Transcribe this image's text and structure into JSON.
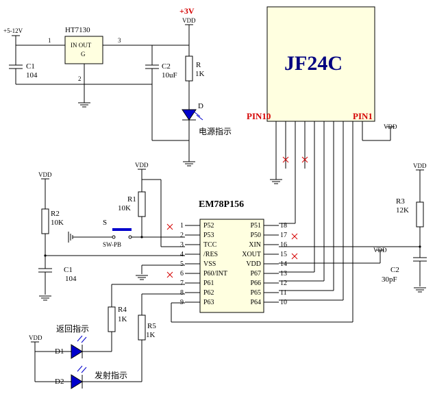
{
  "supplies": {
    "in_label": "+5-12V",
    "out_label": "+3V",
    "vdd": "VDD"
  },
  "regulator": {
    "name": "HT7130",
    "body": "IN OUT",
    "gnd_mark": "G",
    "pin_in": "1",
    "pin_out": "3",
    "pin_gnd": "2"
  },
  "c1_top": {
    "name": "C1",
    "value": "104"
  },
  "c2_top": {
    "name": "C2",
    "value": "10uF"
  },
  "r_led": {
    "name": "R",
    "value": "1K"
  },
  "power_led": {
    "name": "D",
    "label": "电源指示"
  },
  "module": {
    "name": "JF24C",
    "pin10": "PIN10",
    "pin1": "PIN1"
  },
  "mcu": {
    "name": "EM78P156",
    "left_pins": [
      {
        "num": "1",
        "name": "P52"
      },
      {
        "num": "2",
        "name": "P53"
      },
      {
        "num": "3",
        "name": "TCC"
      },
      {
        "num": "4",
        "name": "/RES"
      },
      {
        "num": "5",
        "name": "VSS"
      },
      {
        "num": "6",
        "name": "P60/INT"
      },
      {
        "num": "7",
        "name": "P61"
      },
      {
        "num": "8",
        "name": "P62"
      },
      {
        "num": "9",
        "name": "P63"
      }
    ],
    "right_pins": [
      {
        "num": "18",
        "name": "P51"
      },
      {
        "num": "17",
        "name": "P50"
      },
      {
        "num": "16",
        "name": "XIN"
      },
      {
        "num": "15",
        "name": "XOUT"
      },
      {
        "num": "14",
        "name": "VDD"
      },
      {
        "num": "13",
        "name": "P67"
      },
      {
        "num": "12",
        "name": "P66"
      },
      {
        "num": "11",
        "name": "P65"
      },
      {
        "num": "10",
        "name": "P64"
      }
    ]
  },
  "r1": {
    "name": "R1",
    "value": "10K"
  },
  "r2": {
    "name": "R2",
    "value": "10K"
  },
  "r3": {
    "name": "R3",
    "value": "12K"
  },
  "r4": {
    "name": "R4",
    "value": "1K"
  },
  "r5": {
    "name": "R5",
    "value": "1K"
  },
  "c1_bottom": {
    "name": "C1",
    "value": "104"
  },
  "c2_bottom": {
    "name": "C2",
    "value": "30pF"
  },
  "switch": {
    "name": "S",
    "label": "SW-PB"
  },
  "d1": {
    "name": "D1",
    "label": "返回指示"
  },
  "d2": {
    "name": "D2",
    "label": "发射指示"
  }
}
